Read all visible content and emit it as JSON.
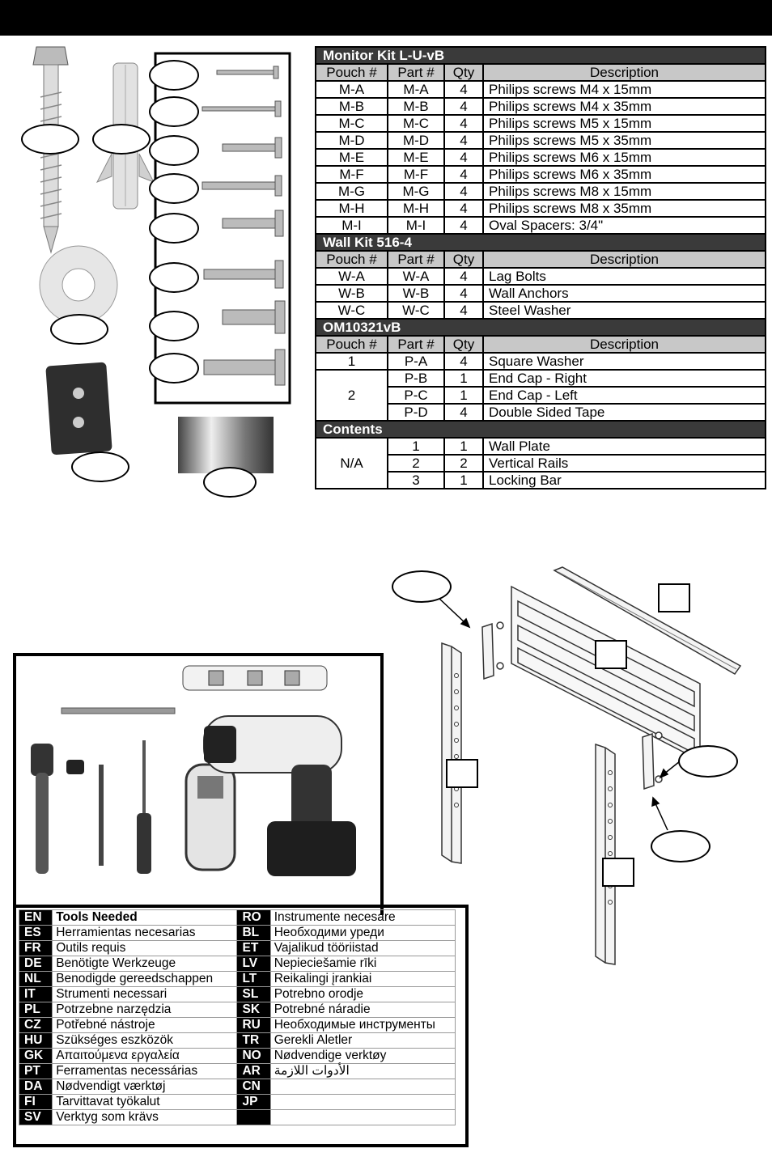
{
  "monitor_kit": {
    "title": "Monitor Kit L-U-vB",
    "headers": [
      "Pouch #",
      "Part #",
      "Qty",
      "Description"
    ],
    "rows": [
      [
        "M-A",
        "M-A",
        "4",
        "Philips screws M4 x 15mm"
      ],
      [
        "M-B",
        "M-B",
        "4",
        "Philips screws M4 x 35mm"
      ],
      [
        "M-C",
        "M-C",
        "4",
        "Philips screws M5 x 15mm"
      ],
      [
        "M-D",
        "M-D",
        "4",
        "Philips screws M5 x 35mm"
      ],
      [
        "M-E",
        "M-E",
        "4",
        "Philips screws M6 x 15mm"
      ],
      [
        "M-F",
        "M-F",
        "4",
        "Philips screws M6 x 35mm"
      ],
      [
        "M-G",
        "M-G",
        "4",
        "Philips screws M8 x 15mm"
      ],
      [
        "M-H",
        "M-H",
        "4",
        "Philips screws M8 x 35mm"
      ],
      [
        "M-I",
        "M-I",
        "4",
        "Oval Spacers: 3/4\""
      ]
    ]
  },
  "wall_kit": {
    "title": "Wall Kit 516-4",
    "headers": [
      "Pouch #",
      "Part #",
      "Qty",
      "Description"
    ],
    "rows": [
      [
        "W-A",
        "W-A",
        "4",
        "Lag Bolts"
      ],
      [
        "W-B",
        "W-B",
        "4",
        "Wall Anchors"
      ],
      [
        "W-C",
        "W-C",
        "4",
        "Steel Washer"
      ]
    ]
  },
  "om_kit": {
    "title": "OM10321vB",
    "headers": [
      "Pouch #",
      "Part #",
      "Qty",
      "Description"
    ],
    "pouch1": "1",
    "pouch2": "2",
    "rows": [
      [
        "P-A",
        "4",
        "Square Washer"
      ],
      [
        "P-B",
        "1",
        "End Cap - Right"
      ],
      [
        "P-C",
        "1",
        "End Cap - Left"
      ],
      [
        "P-D",
        "4",
        "Double Sided Tape"
      ]
    ]
  },
  "contents": {
    "title": "Contents",
    "pouch": "N/A",
    "rows": [
      [
        "1",
        "1",
        "Wall Plate"
      ],
      [
        "2",
        "2",
        "Vertical Rails"
      ],
      [
        "3",
        "1",
        "Locking Bar"
      ]
    ]
  },
  "tools": {
    "left": [
      [
        "EN",
        "Tools Needed"
      ],
      [
        "ES",
        "Herramientas necesarias"
      ],
      [
        "FR",
        "Outils requis"
      ],
      [
        "DE",
        "Benötigte Werkzeuge"
      ],
      [
        "NL",
        "Benodigde gereedschappen"
      ],
      [
        "IT",
        "Strumenti necessari"
      ],
      [
        "PL",
        "Potrzebne narzędzia"
      ],
      [
        "CZ",
        "Potřebné nástroje"
      ],
      [
        "HU",
        "Szükséges eszközök"
      ],
      [
        "GK",
        "Απαιτούμενα εργαλεία"
      ],
      [
        "PT",
        "Ferramentas necessárias"
      ],
      [
        "DA",
        "Nødvendigt værktøj"
      ],
      [
        "FI",
        "Tarvittavat työkalut"
      ],
      [
        "SV",
        "Verktyg som krävs"
      ]
    ],
    "right": [
      [
        "RO",
        "Instrumente necesare"
      ],
      [
        "BL",
        "Необходими уреди"
      ],
      [
        "ET",
        "Vajalikud tööriistad"
      ],
      [
        "LV",
        "Nepieciešamie rīki"
      ],
      [
        "LT",
        "Reikalingi įrankiai"
      ],
      [
        "SL",
        "Potrebno orodje"
      ],
      [
        "SK",
        "Potrebné náradie"
      ],
      [
        "RU",
        "Необходимые инструменты"
      ],
      [
        "TR",
        "Gerekli Aletler"
      ],
      [
        "NO",
        "Nødvendige verktøy"
      ],
      [
        "AR",
        "الأدوات اللازمة"
      ],
      [
        "CN",
        ""
      ],
      [
        "JP",
        ""
      ],
      [
        "",
        ""
      ]
    ]
  },
  "colors": {
    "section_bg": "#3a3a3a",
    "header_bg": "#c8c8c8"
  }
}
